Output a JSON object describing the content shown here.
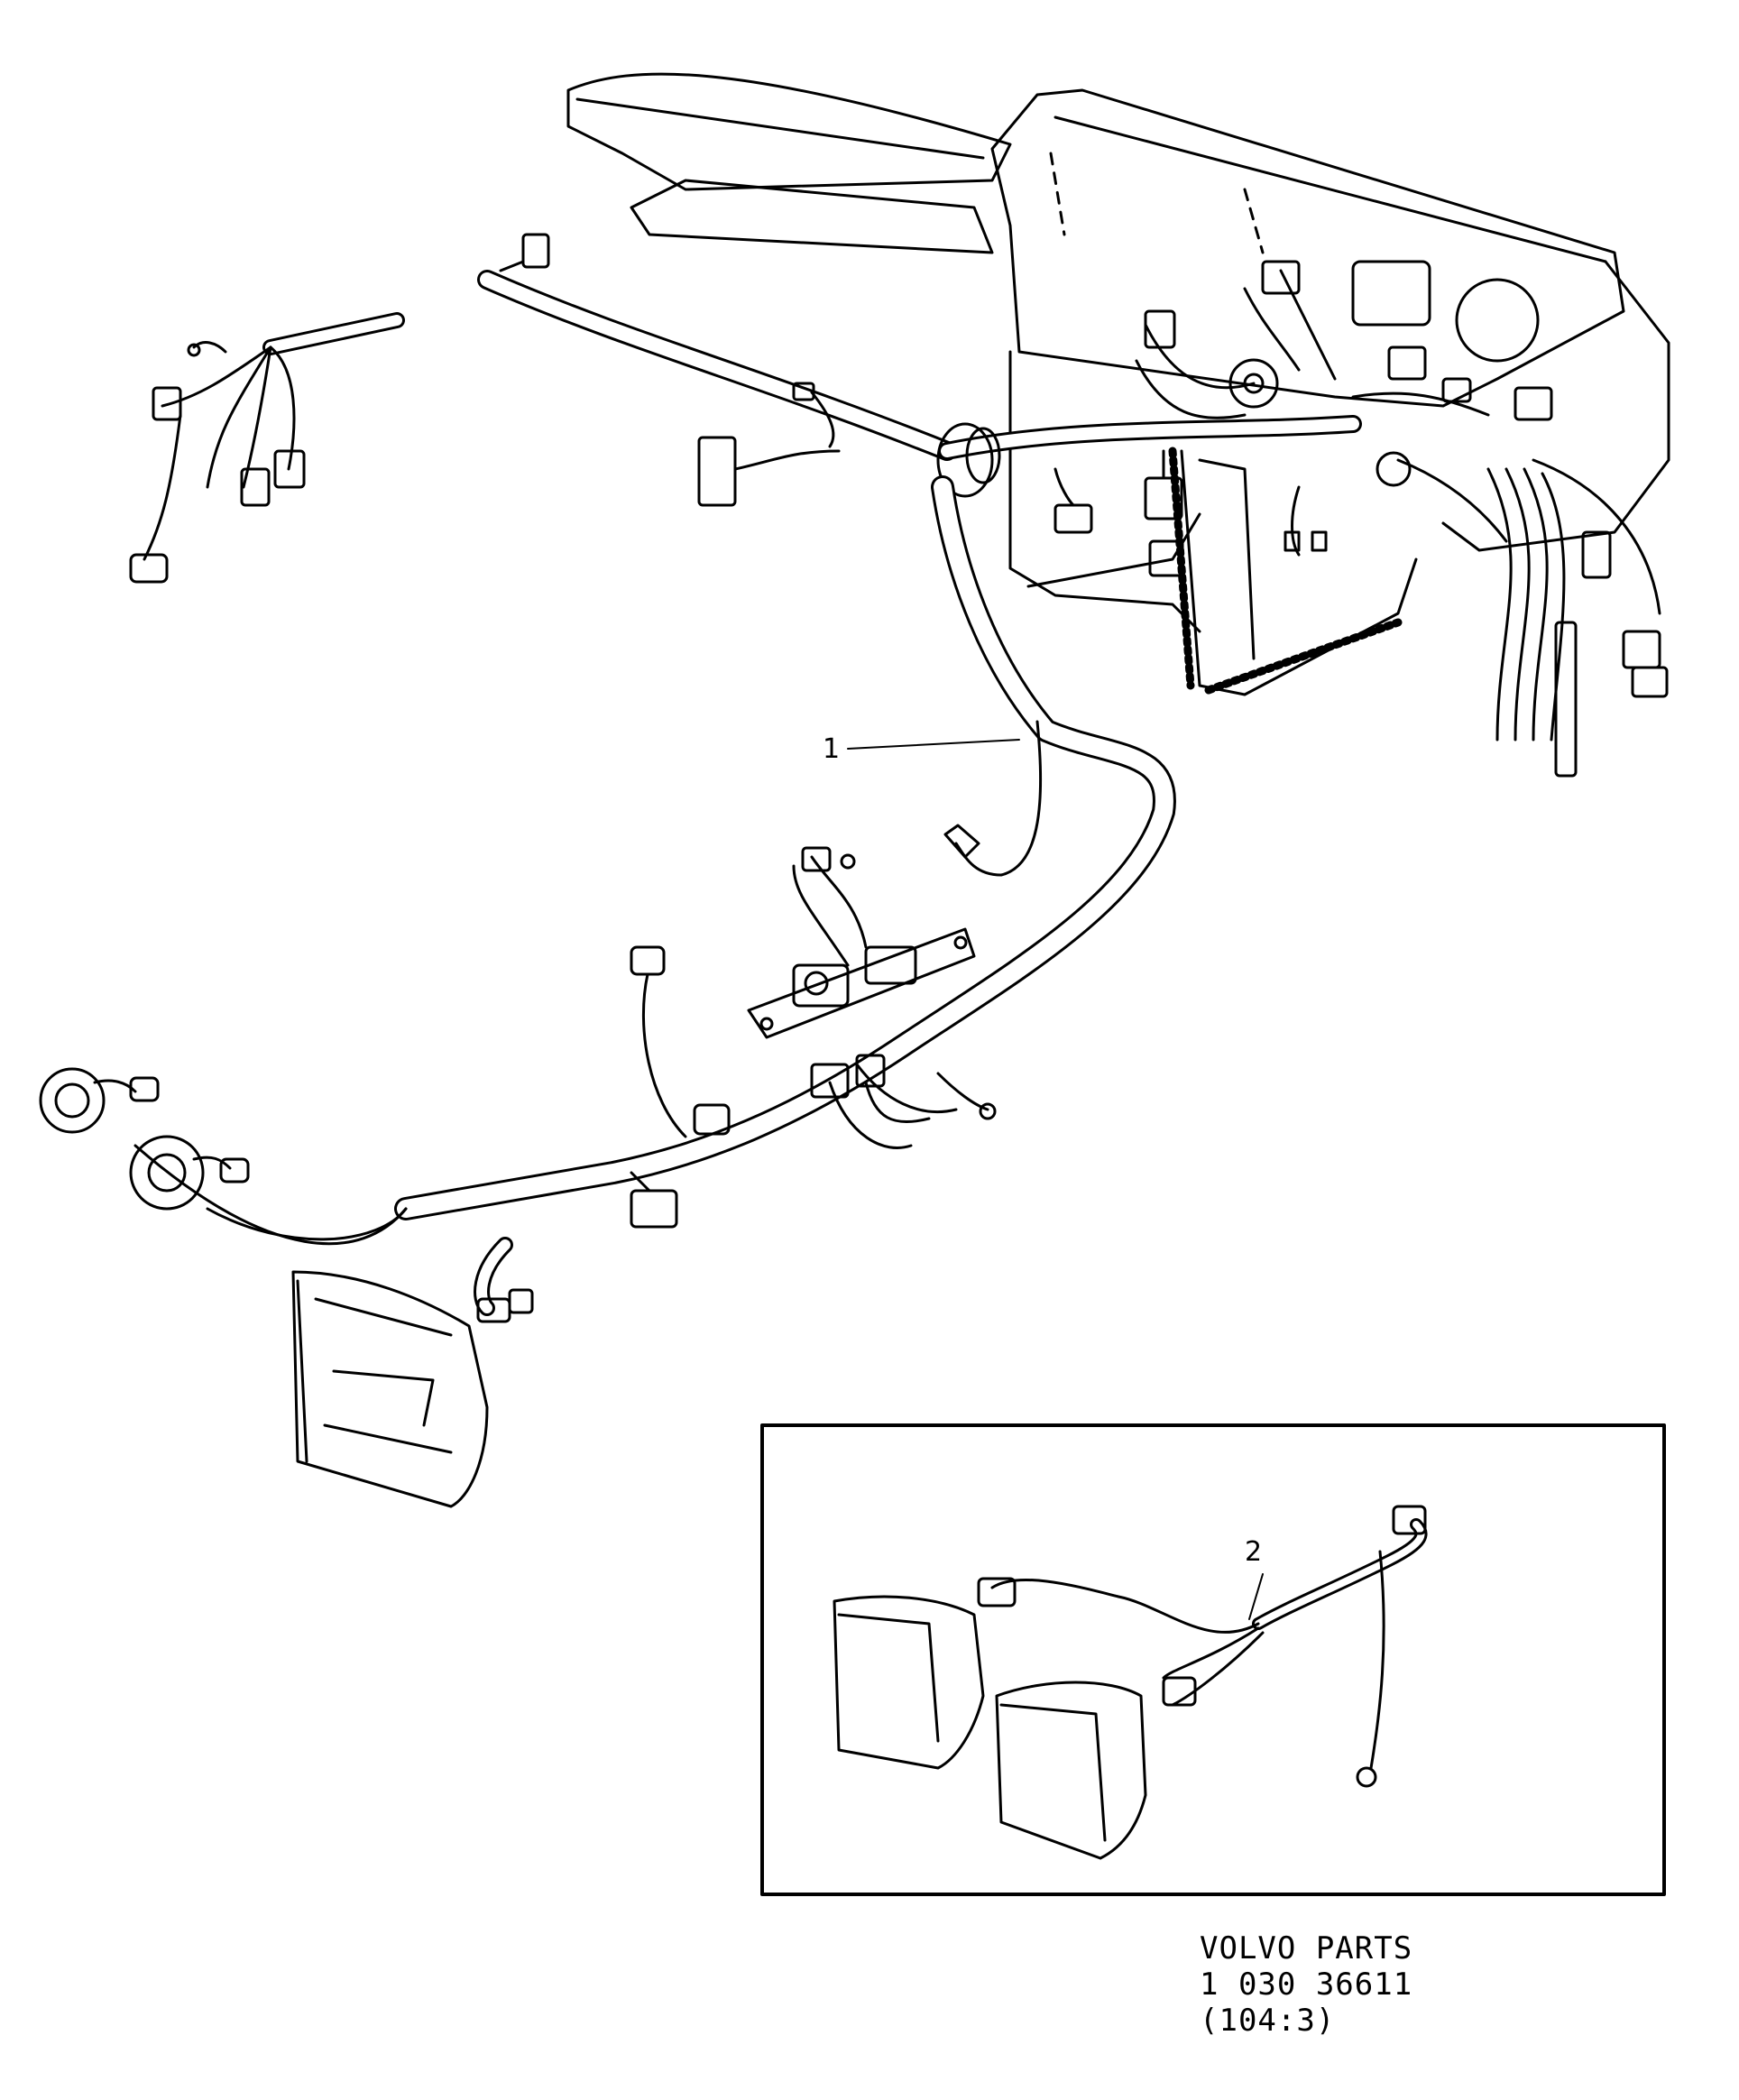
{
  "callouts": [
    {
      "id": "1",
      "label": "1"
    },
    {
      "id": "2",
      "label": "2"
    }
  ],
  "reference": {
    "brand_line": "VOLVO PARTS",
    "number_line": "1 030 36611",
    "section_line": "(104:3)"
  },
  "colors": {
    "ink": "#000000",
    "paper": "#ffffff"
  }
}
